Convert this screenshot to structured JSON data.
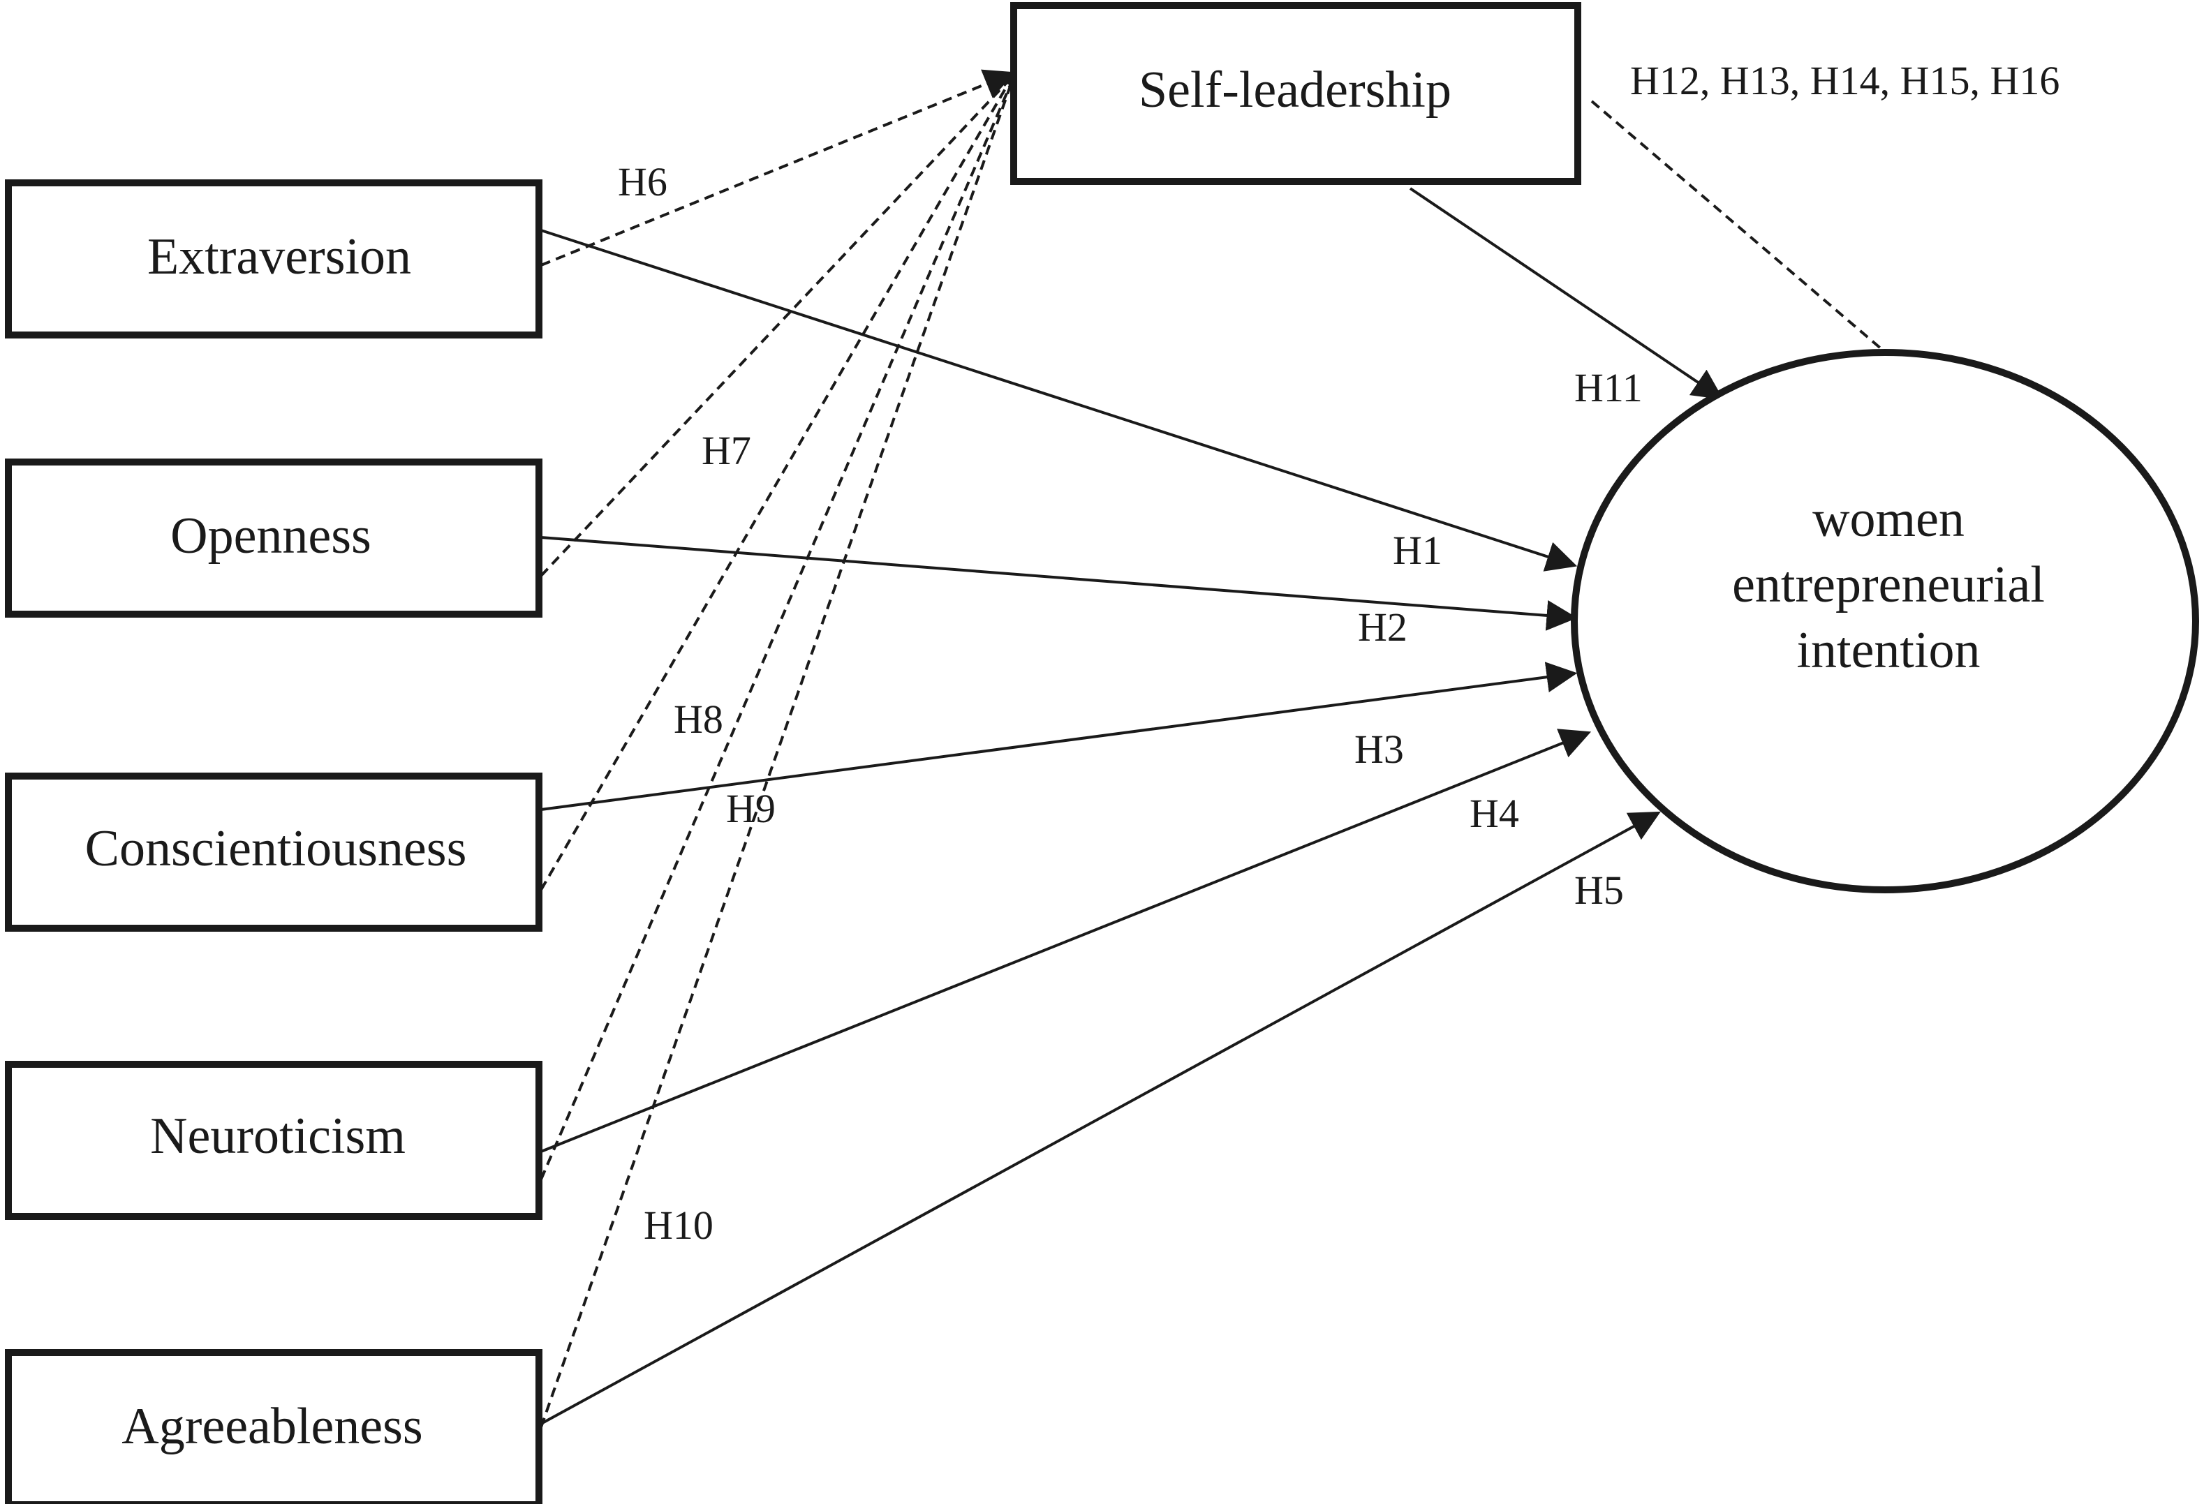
{
  "diagram": {
    "nodes": {
      "extraversion": {
        "label": "Extraversion"
      },
      "openness": {
        "label": "Openness"
      },
      "conscientiousness": {
        "label": "Conscientiousness"
      },
      "neuroticism": {
        "label": "Neuroticism"
      },
      "agreeableness": {
        "label": "Agreeableness"
      },
      "self_leadership": {
        "label": "Self-leadership"
      },
      "intention": {
        "label_lines": [
          "women",
          "entrepreneurial",
          "intention"
        ]
      }
    },
    "hypotheses": {
      "h1": "H1",
      "h2": "H2",
      "h3": "H3",
      "h4": "H4",
      "h5": "H5",
      "h6": "H6",
      "h7": "H7",
      "h8": "H8",
      "h9": "H9",
      "h10": "H10",
      "h11": "H11",
      "mediation": "H12, H13, H14, H15, H16"
    }
  }
}
